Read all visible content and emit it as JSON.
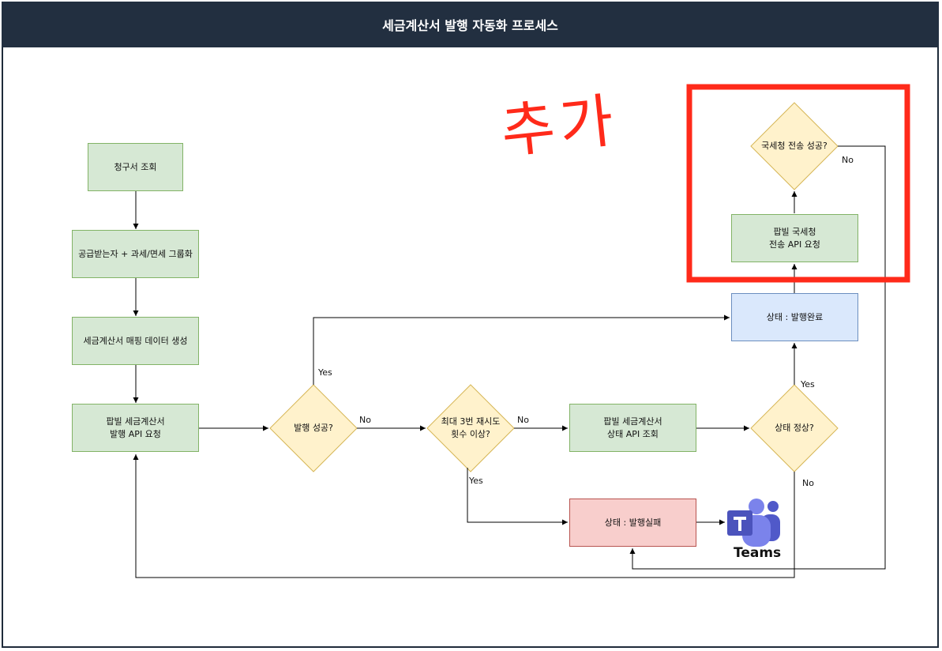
{
  "header": {
    "title": "세금계산서 발행 자동화 프로세스"
  },
  "annotation": {
    "text": "추가",
    "color": "#ff2a1a"
  },
  "nodes": {
    "invoice_query": "청구서 조회",
    "grouping": "공급받는자 + 과세/면세 그룹화",
    "mapping": "세금계산서 매핑 데이터 생성",
    "issue_api": "팝빌 세금계산서\n발행 API 요청",
    "status_api": "팝빌 세금계산서\n상태 API 조회",
    "status_done": "상태 : 발행완료",
    "status_fail": "상태 : 발행실패",
    "nts_api": "팝빌 국세청\n전송 API 요청"
  },
  "decisions": {
    "issue_success": "발행 성공?",
    "retry_limit": "최대 3번 재시도\n횟수 이상?",
    "status_ok": "상태 정상?",
    "nts_success": "국세청 전송 성공?"
  },
  "edge_labels": {
    "issue_yes": "Yes",
    "issue_no": "No",
    "retry_no": "No",
    "retry_yes": "Yes",
    "status_yes": "Yes",
    "status_no": "No",
    "nts_no": "No"
  },
  "teams": {
    "label": "Teams",
    "icon": "teams-icon"
  },
  "colors": {
    "header_bg": "#222f40",
    "process_fill": "#d6e8d4",
    "decision_fill": "#fff2cc",
    "done_fill": "#dae8fc",
    "fail_fill": "#f8cecc",
    "highlight": "#ff2a1a"
  }
}
